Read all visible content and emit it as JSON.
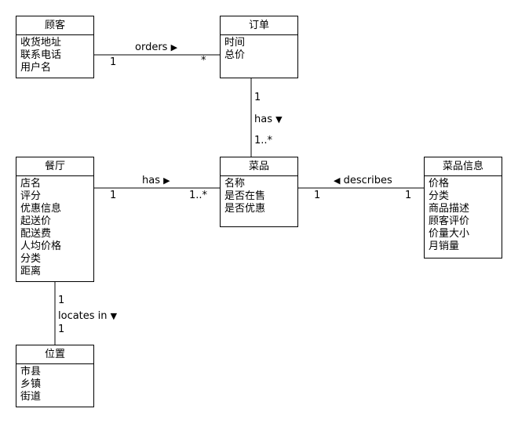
{
  "classes": {
    "customer": {
      "name": "顾客",
      "attrs": [
        "收货地址",
        "联系电话",
        "用户名"
      ]
    },
    "order": {
      "name": "订单",
      "attrs": [
        "时间",
        "总价"
      ]
    },
    "restaurant": {
      "name": "餐厅",
      "attrs": [
        "店名",
        "评分",
        "优惠信息",
        "起送价",
        "配送费",
        "人均价格",
        "分类",
        "距离"
      ]
    },
    "dish": {
      "name": "菜品",
      "attrs": [
        "名称",
        "是否在售",
        "是否优惠"
      ]
    },
    "dish_info": {
      "name": "菜品信息",
      "attrs": [
        "价格",
        "分类",
        "商品描述",
        "顾客评价",
        "价量大小",
        "月销量"
      ]
    },
    "location": {
      "name": "位置",
      "attrs": [
        "市县",
        "乡镇",
        "街道"
      ]
    }
  },
  "associations": {
    "customer_order": {
      "label": "orders",
      "direction_glyph": "▶",
      "mult_a": "1",
      "mult_b": "*"
    },
    "order_dish": {
      "label": "has",
      "direction_glyph": "▼",
      "mult_a": "1",
      "mult_b": "1..*"
    },
    "restaurant_dish": {
      "label": "has",
      "direction_glyph": "▶",
      "mult_a": "1",
      "mult_b": "1..*"
    },
    "info_dish": {
      "label": "describes",
      "direction_glyph": "◀",
      "mult_a": "1",
      "mult_b": "1"
    },
    "restaurant_location": {
      "label": "locates in",
      "direction_glyph": "▼",
      "mult_a": "1",
      "mult_b": "1"
    }
  }
}
